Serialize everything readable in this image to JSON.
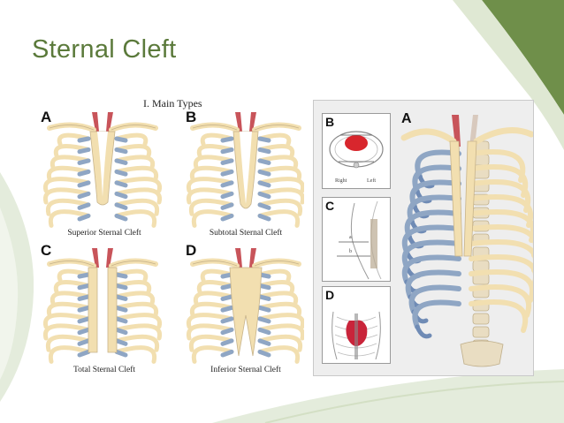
{
  "slide": {
    "title": "Sternal Cleft"
  },
  "left_figure": {
    "heading": "I.  Main Types",
    "panels": [
      {
        "letter": "A",
        "caption": "Superior Sternal Cleft"
      },
      {
        "letter": "B",
        "caption": "Subtotal Sternal Cleft"
      },
      {
        "letter": "C",
        "caption": "Total Sternal Cleft"
      },
      {
        "letter": "D",
        "caption": "Inferior Sternal Cleft"
      }
    ]
  },
  "right_figure": {
    "insets": [
      {
        "letter": "B",
        "labels": [
          "Right",
          "Left"
        ]
      },
      {
        "letter": "C",
        "labels": [
          "a",
          "b"
        ]
      },
      {
        "letter": "D"
      }
    ],
    "main_letter": "A"
  },
  "colors": {
    "title": "#5b7a3b",
    "accent_green": "#6f8f4a",
    "bone": "#f2dfb0",
    "cartilage": "#8fa6c4",
    "vessel": "#c8545a"
  }
}
